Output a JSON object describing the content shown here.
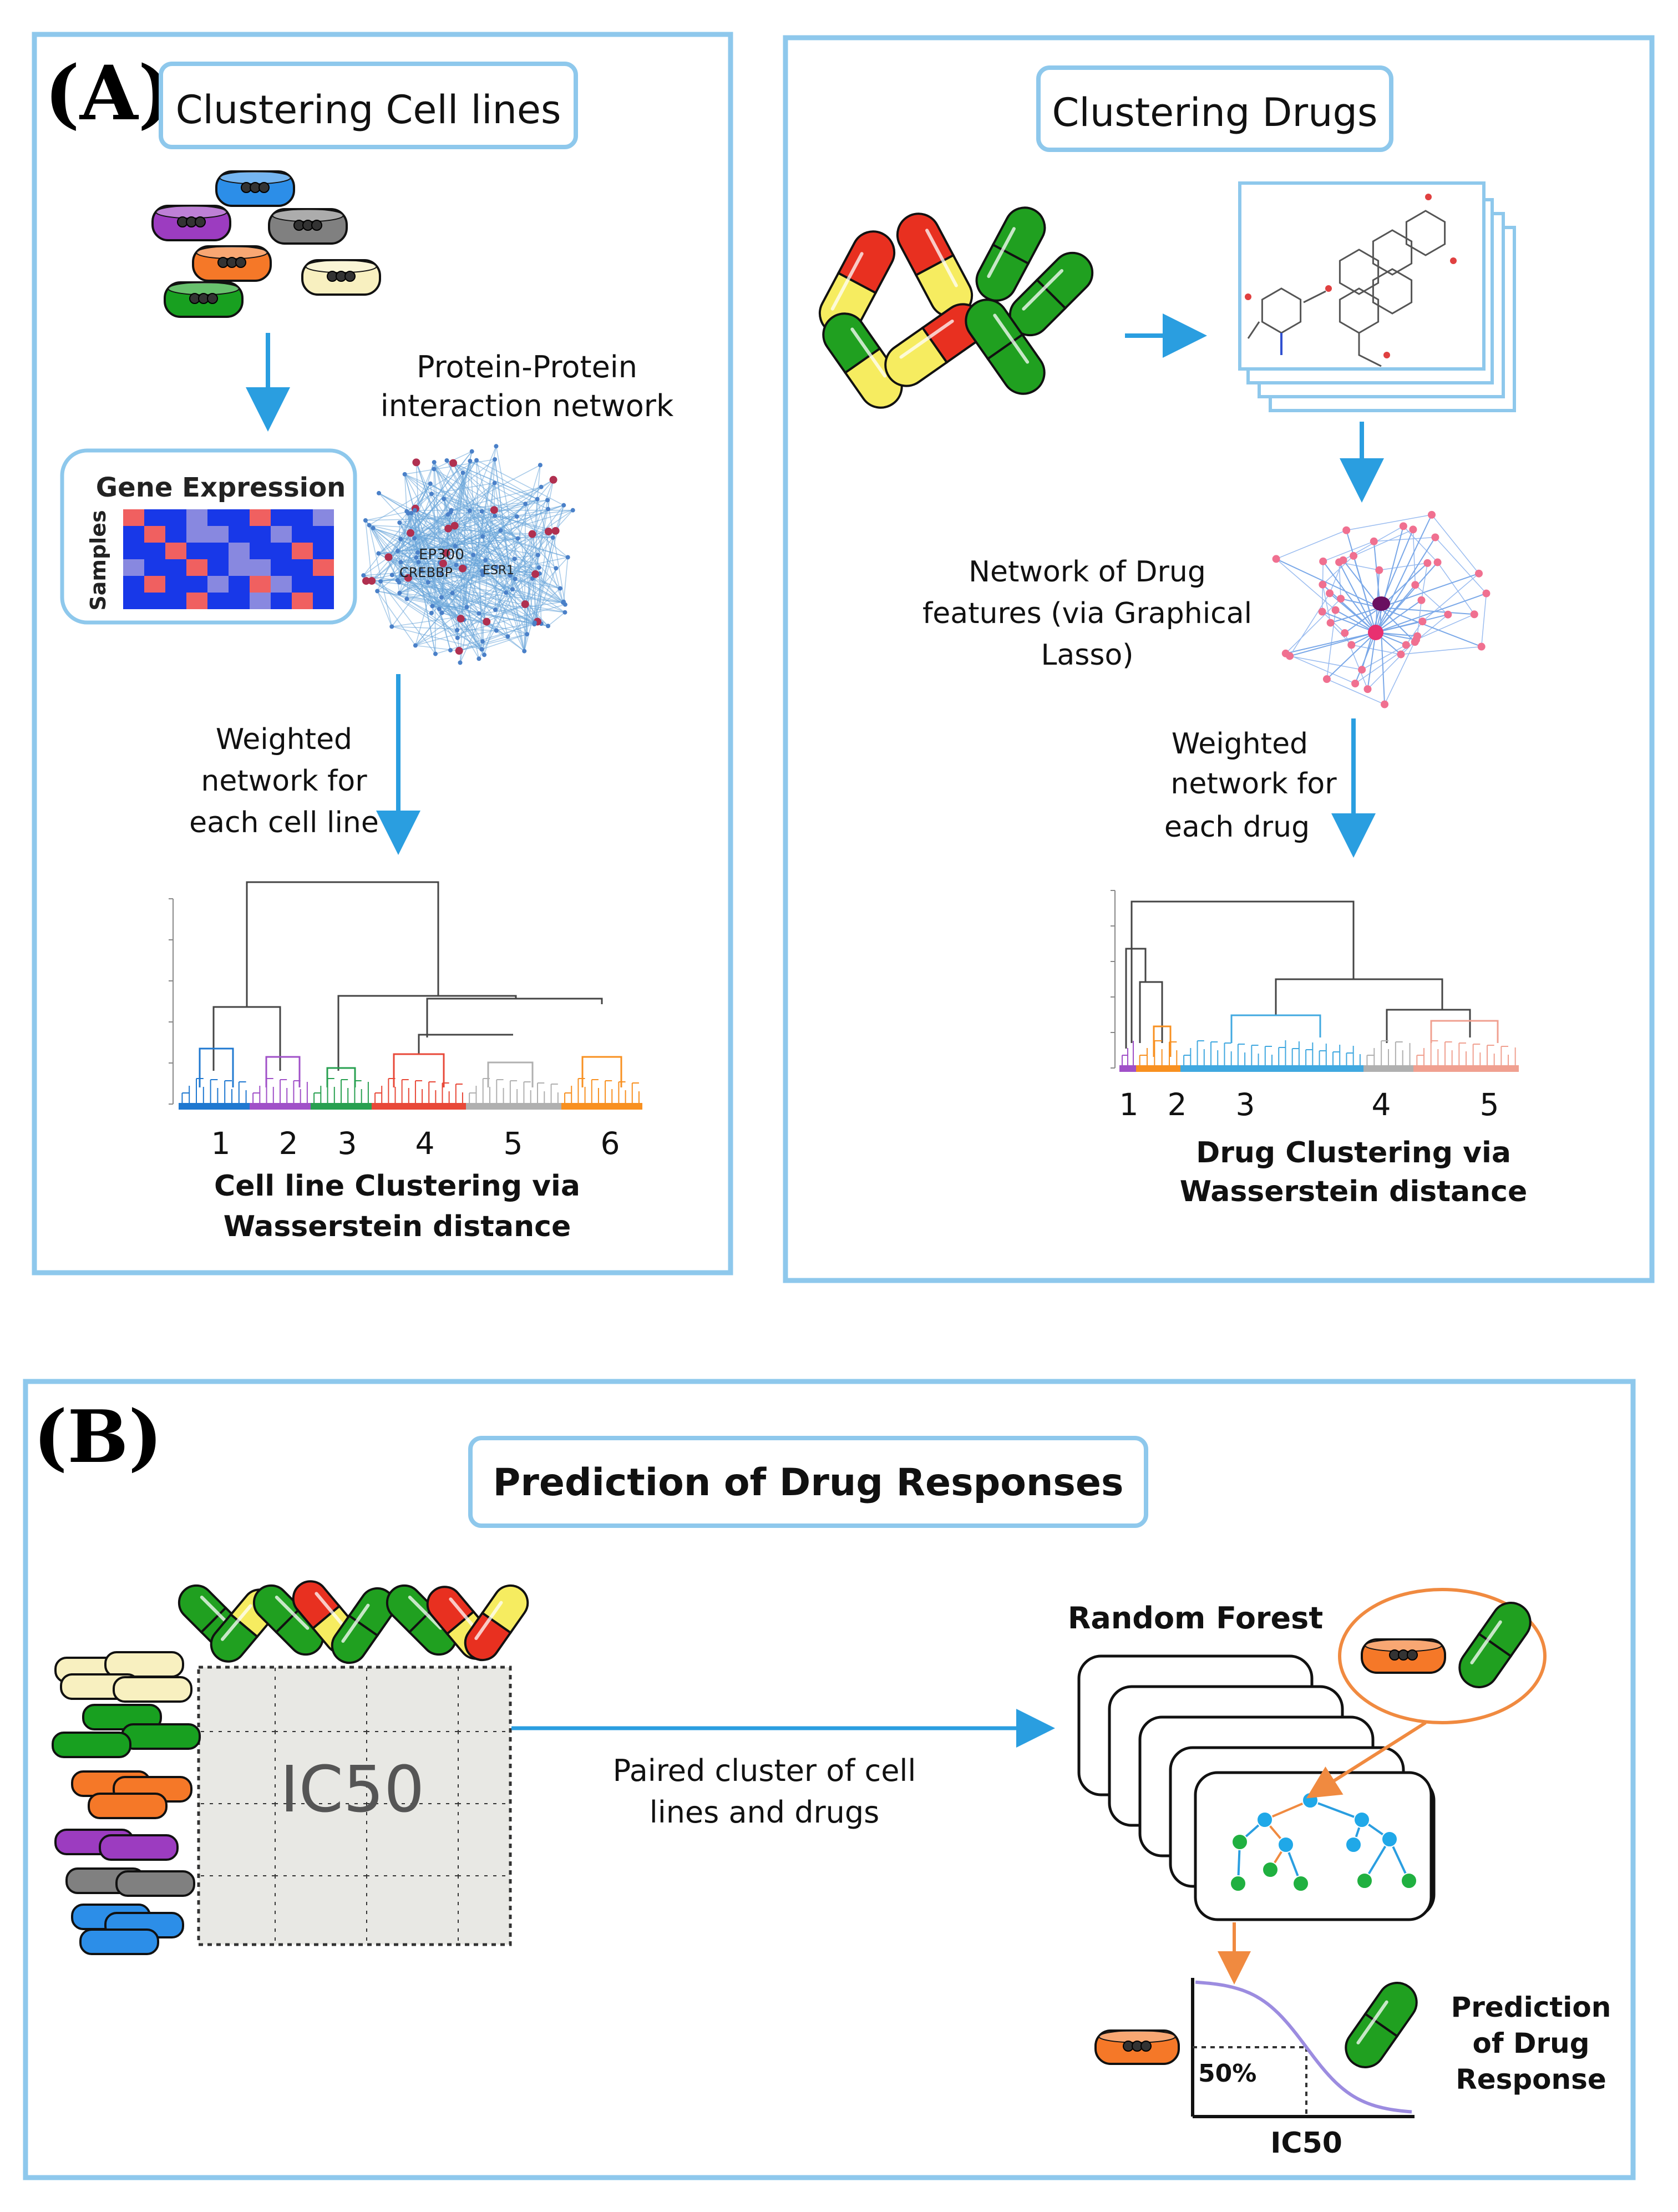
{
  "panel_a": {
    "label": "(A)",
    "cell_lines": {
      "title": "Clustering Cell lines",
      "ppi_label_line1": "Protein-Protein",
      "ppi_label_line2": "interaction network",
      "gene_expression_title": "Gene Expression",
      "samples_label": "Samples",
      "network_node_labels": [
        "EP300",
        "CREBBP",
        "ESR1"
      ],
      "weighted_line1": "Weighted",
      "weighted_line2": "network for",
      "weighted_line3": "each cell line",
      "cluster_numbers": [
        "1",
        "2",
        "3",
        "4",
        "5",
        "6"
      ],
      "caption_line1": "Cell line Clustering via",
      "caption_line2": "Wasserstein distance"
    },
    "drugs": {
      "title": "Clustering Drugs",
      "network_label_line1": "Network of Drug",
      "network_label_line2": "features (via Graphical",
      "network_label_line3": "Lasso)",
      "weighted_line1": "Weighted",
      "weighted_line2": "network for",
      "weighted_line3": "each drug",
      "cluster_numbers": [
        "1",
        "2",
        "3",
        "4",
        "5"
      ],
      "caption_line1": "Drug Clustering via",
      "caption_line2": "Wasserstein distance"
    }
  },
  "panel_b": {
    "label": "(B)",
    "title": "Prediction of Drug Responses",
    "matrix_label": "IC50",
    "paired_line1": "Paired cluster of cell",
    "paired_line2": "lines and drugs",
    "random_forest": "Random Forest",
    "percent_label": "50%",
    "curve_axis_label": "IC50",
    "prediction_line1": "Prediction",
    "prediction_line2": "of Drug",
    "prediction_line3": "Response"
  },
  "colors": {
    "panel_border": "#8ec8ec",
    "arrow_blue": "#2a9ee0",
    "arrow_orange": "#f08a40",
    "cluster_blue": "#1f78d0",
    "cluster_purple": "#a050c8",
    "cluster_green": "#28a050",
    "cluster_red": "#e84838",
    "cluster_gray": "#b0b0b0",
    "cluster_orange": "#f89020",
    "dish_blue": "#2c8ee8",
    "dish_purple": "#9c3cc0",
    "dish_gray": "#808080",
    "dish_orange": "#f57828",
    "dish_cream": "#f8f0c0",
    "dish_green": "#18a020",
    "pill_red": "#e83020",
    "pill_yellow": "#f6ec60",
    "pill_green": "#20a020",
    "heat_blue": "#1838e8",
    "heat_red": "#f06060",
    "heat_lilac": "#8888e0"
  }
}
